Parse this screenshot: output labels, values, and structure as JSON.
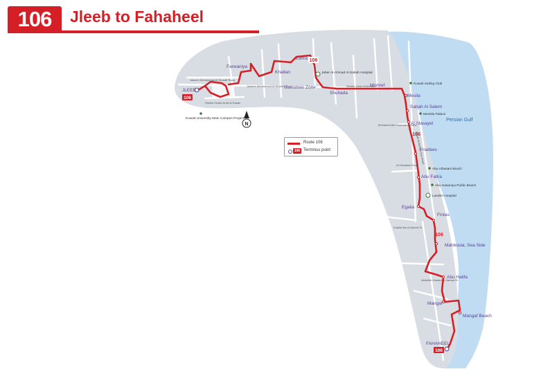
{
  "header": {
    "route_number": "106",
    "title": "Jleeb to Fahaheel"
  },
  "colors": {
    "route": "#d51f26",
    "land": "#d8dde3",
    "sea": "#c0dcf2",
    "stop_text": "#5a3f9a",
    "road": "#ffffff"
  },
  "termini": [
    {
      "name": "JLEEB",
      "badge": "106"
    },
    {
      "name": "FAHAHEEL",
      "badge": "106"
    }
  ],
  "route_badges": [
    "106",
    "106",
    "106"
  ],
  "stops": [
    "Farwaniya",
    "Zahra",
    "Khaitan",
    "Mavistries Zone",
    "Shuhada",
    "Mishref",
    "Mesila",
    "Sabah Al Salem",
    "Al-Masayel",
    "Fnaitees",
    "Abu Fatira",
    "Egaila",
    "Fintas",
    "Mahboula, Sea Side",
    "Abu Halifa",
    "Mangaf",
    "Mangaf Beach"
  ],
  "landmarks": [
    "Jaber Al-Ahmad Al-Sabah Hospital",
    "Kuwait University Main Campus Project",
    "Kuwait Sailing Club",
    "Messila Palace",
    "Abu Alhasani Beach",
    "Abu Hasaniya Public Beach",
    "Landen Hospital"
  ],
  "roads": [
    "Jassem Mohammad Al Kharafi Road",
    "Jassem Mohammed Al Kharafi Road",
    "Sheikh Khalid Al Ali Al Sabah",
    "Sheikh Jaber Al Ahmad",
    "Mohamed Bin Hamada Al Kabir",
    "Sabah Al Ahmad Sea Road",
    "Al Fahaheel Road",
    "Abdullah Hamad Al Hamad St",
    "Khalifa Bin Al Ashraf St"
  ],
  "sea_label": "Persian Gulf",
  "compass": "N",
  "legend": {
    "route_label": "Route 106",
    "terminus_label": "Terminus point",
    "terminus_badge": "106"
  }
}
